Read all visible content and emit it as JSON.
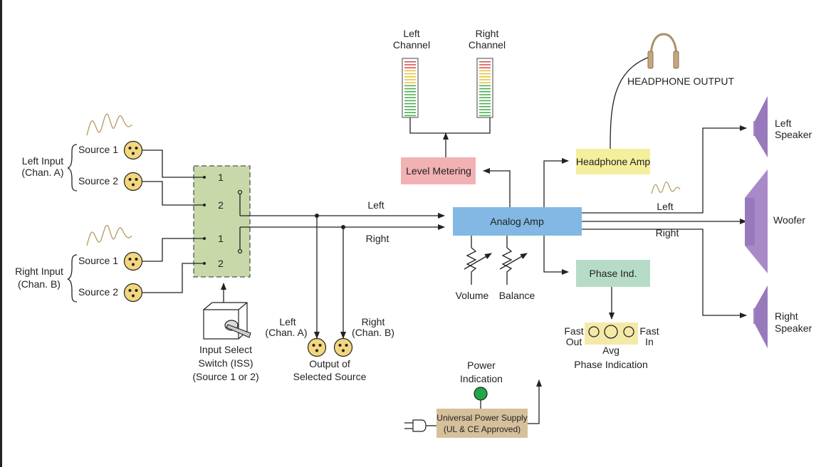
{
  "inputs": {
    "left_group": [
      "Left Input",
      "(Chan. A)"
    ],
    "right_group": [
      "Right Input",
      "(Chan. B)"
    ],
    "source1": "Source 1",
    "source2": "Source 2"
  },
  "iss": {
    "pos1": "1",
    "pos2": "2",
    "label": [
      "Input Select",
      "Switch (ISS)",
      "(Source 1 or 2)"
    ]
  },
  "signals": {
    "left": "Left",
    "right": "Right"
  },
  "output_selected": {
    "left": [
      "Left",
      "(Chan. A)"
    ],
    "right": [
      "Right",
      "(Chan. B)"
    ],
    "label": [
      "Output of",
      "Selected Source"
    ]
  },
  "meters": {
    "left": [
      "Left",
      "Channel"
    ],
    "right": [
      "Right",
      "Channel"
    ],
    "level_metering": "Level Metering"
  },
  "amp": {
    "analog": "Analog Amp",
    "volume": "Volume",
    "balance": "Balance",
    "headphone_amp": "Headphone Amp",
    "headphone_output": "HEADPHONE OUTPUT",
    "phase_ind": "Phase Ind."
  },
  "phase": {
    "fast_out": [
      "Fast",
      "Out"
    ],
    "fast_in": [
      "Fast",
      "In"
    ],
    "avg": "Avg",
    "label": "Phase Indication"
  },
  "speakers": {
    "left": [
      "Left",
      "Speaker"
    ],
    "woofer": "Woofer",
    "right": [
      "Right",
      "Speaker"
    ]
  },
  "power": {
    "indication": [
      "Power",
      "Indication"
    ],
    "supply": [
      "Universal Power Supply",
      "(UL & CE Approved)"
    ]
  },
  "colors": {
    "switch_fill": "#c8d8a8",
    "analog_amp": "#82b8e3",
    "level_metering": "#f2b1b3",
    "headphone_amp": "#f4ef9c",
    "phase_ind": "#b6dcc8",
    "power_supply": "#d6c09c",
    "power_led": "#1fa84a",
    "connector": "#f3d77e",
    "speaker": "#a98ac8"
  }
}
